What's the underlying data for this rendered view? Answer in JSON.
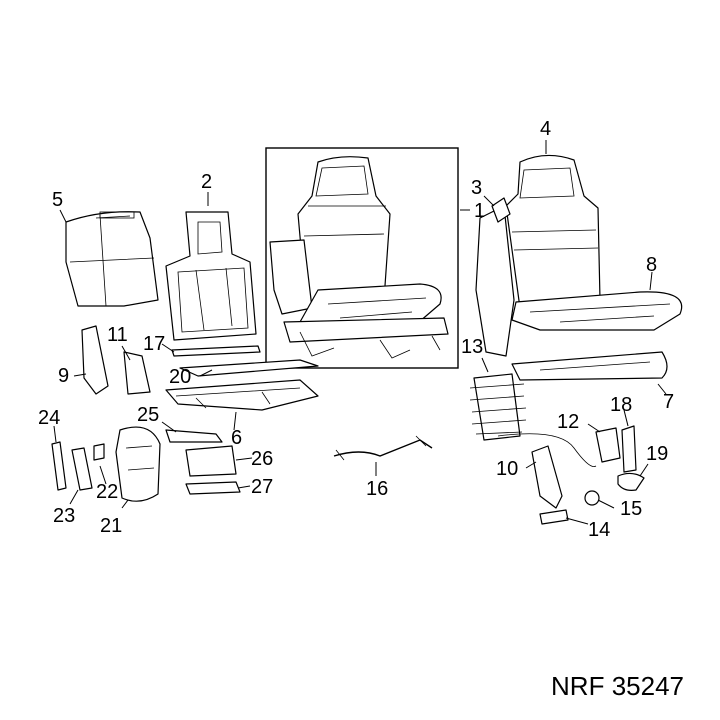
{
  "callouts": {
    "c1": "1",
    "c2": "2",
    "c3": "3",
    "c4": "4",
    "c5": "5",
    "c6": "6",
    "c7": "7",
    "c8": "8",
    "c9": "9",
    "c10": "10",
    "c11": "11",
    "c12": "12",
    "c13": "13",
    "c14": "14",
    "c15": "15",
    "c16": "16",
    "c17": "17",
    "c18": "18",
    "c19": "19",
    "c20": "20",
    "c21": "21",
    "c22": "22",
    "c23": "23",
    "c24": "24",
    "c25": "25",
    "c26": "26",
    "c27": "27"
  },
  "footer": {
    "brand": "NRF",
    "part_number": "35247"
  }
}
